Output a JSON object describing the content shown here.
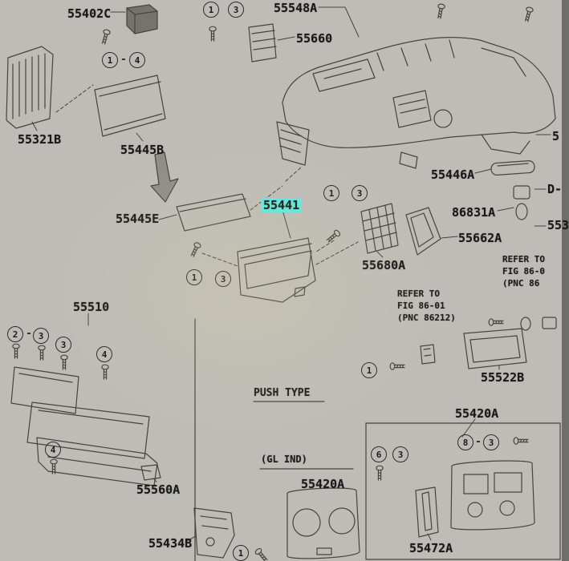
{
  "labels": {
    "l55402C": "55402C",
    "l55548A": "55548A",
    "l55660": "55660",
    "l55321B": "55321B",
    "l55445B": "55445B",
    "l55446A": "55446A",
    "l55445E": "55445E",
    "l55441": "55441",
    "l86831A": "86831A",
    "l55662A": "55662A",
    "l55680A": "55680A",
    "l55510": "55510",
    "l55522B": "55522B",
    "l55560A": "55560A",
    "l55420A_right": "55420A",
    "l55420A_center": "55420A",
    "l55434B": "55434B",
    "l55472A": "55472A"
  },
  "section_labels": {
    "push_type": "PUSH TYPE",
    "gl_ind": "(GL IND)"
  },
  "edge_labels": {
    "right_top": "5",
    "right_mid": "D-",
    "right_low": "553"
  },
  "notes": {
    "right_panel": {
      "line1": "REFER TO",
      "line2": "FIG 86-0",
      "line3": "(PNC 86"
    },
    "center": {
      "line1": "REFER TO",
      "line2": "FIG 86-01",
      "line3": "(PNC 86212)"
    }
  },
  "callouts": {
    "top_1": "1",
    "top_3": "3",
    "upperleft_1": "1",
    "upperleft_4": "4",
    "mid_left_1": "1",
    "mid_left_3": "3",
    "mid_right_1": "1",
    "mid_right_3": "3",
    "left_2": "2",
    "left_3a": "3",
    "left_3b": "3",
    "left_4a": "4",
    "left_4b": "4",
    "center_right_1": "1",
    "box_6": "6",
    "box_3a": "3",
    "box_8": "8",
    "box_3b": "3",
    "bottom_1": "1"
  },
  "glyphs": {
    "dash": "-"
  },
  "colors": {
    "highlight_bg": "#5fe7e0",
    "line": "#45443e",
    "background": "#bdbcb7"
  }
}
